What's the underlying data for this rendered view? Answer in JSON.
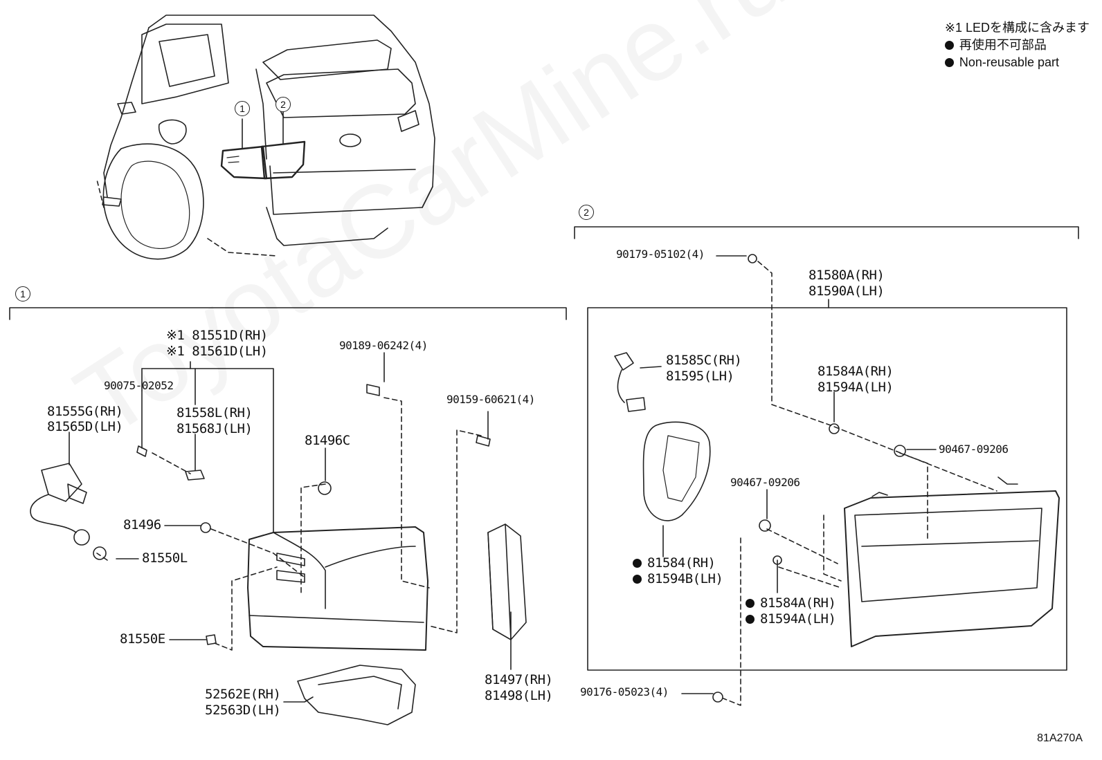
{
  "legend": {
    "led_note": "※1 LEDを構成に含みます",
    "non_reusable_jp": "再使用不可部品",
    "non_reusable_en": "Non-reusable part"
  },
  "callouts": {
    "one": "1",
    "two": "2"
  },
  "watermark": "ToyotaCarMine.ru",
  "diagram_code": "81A270A",
  "group1": {
    "p81551d": "※1 81551D(RH)",
    "p81561d": "※1 81561D(LH)",
    "p90075": "90075-02052",
    "p81555g": "81555G(RH)",
    "p81565d": "81565D(LH)",
    "p81558l": "81558L(RH)",
    "p81568j": "81568J(LH)",
    "p90189": "90189-06242(4)",
    "p90159": "90159-60621(4)",
    "p81496c": "81496C",
    "p81496": "81496",
    "p81550l": "81550L",
    "p81550e": "81550E",
    "p81497": "81497(RH)",
    "p81498": "81498(LH)",
    "p52562e": "52562E(RH)",
    "p52563d": "52563D(LH)"
  },
  "group2": {
    "p90179": "90179-05102(4)",
    "p81580a": "81580A(RH)",
    "p81590a": "81590A(LH)",
    "p81585c": "81585C(RH)",
    "p81595": "81595(LH)",
    "p81584a_top": "81584A(RH)",
    "p81594a_top": "81594A(LH)",
    "p90467_right": "90467-09206",
    "p90467_mid": "90467-09206",
    "p81584": "81584(RH)",
    "p81594b": "81594B(LH)",
    "p81584a_bot": "81584A(RH)",
    "p81594a_bot": "81594A(LH)",
    "p90176": "90176-05023(4)"
  }
}
